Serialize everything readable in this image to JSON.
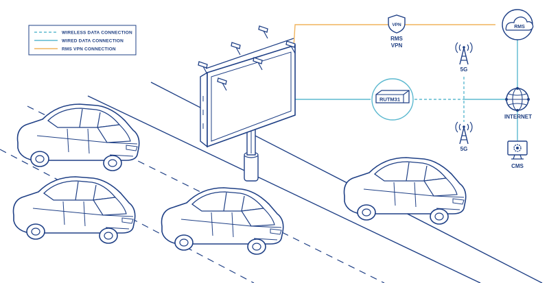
{
  "colors": {
    "ink": "#1e3f85",
    "wireless": "#5bb8cf",
    "wired": "#5bb8cf",
    "vpn": "#f0b35c",
    "background": "#ffffff"
  },
  "legend": {
    "wireless": "WIRELESS DATA CONNECTION",
    "wired": "WIRED DATA CONNECTION",
    "vpn": "RMS VPN CONNECTION"
  },
  "nodes": {
    "vpn_shield_text": "VPN",
    "rms_vpn_line1": "RMS",
    "rms_vpn_line2": "VPN",
    "cloud": "RMS",
    "router": "RUTM31",
    "tower_top": "5G",
    "tower_bottom": "5G",
    "internet": "INTERNET",
    "cms": "CMS"
  },
  "icons": [
    "billboard-icon",
    "car-icon",
    "shield-icon",
    "cloud-icon",
    "router-icon",
    "cell-tower-icon",
    "globe-icon",
    "monitor-gear-icon"
  ]
}
